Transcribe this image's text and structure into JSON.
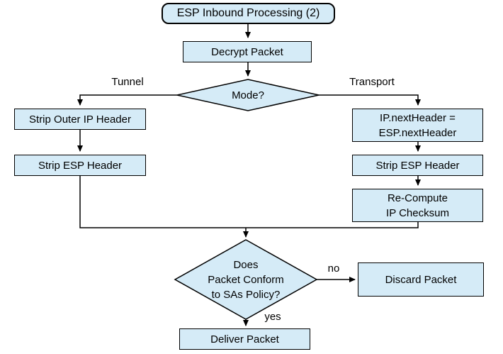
{
  "diagram": {
    "title": "ESP Inbound Processing (2)",
    "nodes": {
      "start": "ESP Inbound Processing (2)",
      "decrypt": "Decrypt Packet",
      "mode_decision": "Mode?",
      "strip_outer_ip": "Strip Outer IP Header",
      "strip_esp_tunnel": "Strip ESP Header",
      "ip_next_header": "IP.nextHeader =\nESP.nextHeader",
      "strip_esp_transport": "Strip ESP Header",
      "recompute_checksum": "Re-Compute\nIP Checksum",
      "policy_decision": "Does\nPacket Conform\nto SAs Policy?",
      "discard": "Discard Packet",
      "deliver": "Deliver Packet"
    },
    "edge_labels": {
      "tunnel": "Tunnel",
      "transport": "Transport",
      "no": "no",
      "yes": "yes"
    },
    "colors": {
      "node_fill": "#d5ebf7",
      "node_border": "#000000",
      "connector": "#000000",
      "text": "#000000",
      "background": "#ffffff"
    }
  }
}
